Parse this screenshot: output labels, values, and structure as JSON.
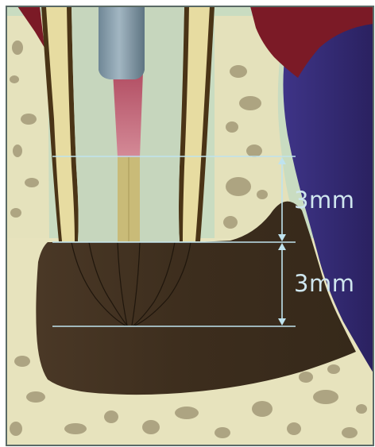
{
  "measurements": {
    "upper": {
      "label": "3mm",
      "value": 3,
      "unit": "mm"
    },
    "lower": {
      "label": "3mm",
      "value": 3,
      "unit": "mm"
    }
  },
  "colors": {
    "background_tissue": "#c9dcc1",
    "bone_spongy": "#e7e3bd",
    "bone_pores": "#a49a78",
    "soft_tissue_purple": "#3a2f7a",
    "gingiva_red": "#7b1a26",
    "root_dentin": "#e7dca1",
    "root_outline": "#4a3416",
    "canal_pink": "#c66d7f",
    "gutta_percha": "#c9bb78",
    "instrument": "#7f97a6",
    "lesion": "#3f2f1f",
    "measure_lines": "#bfe3ee",
    "outer_frame": "#5a6a66"
  }
}
